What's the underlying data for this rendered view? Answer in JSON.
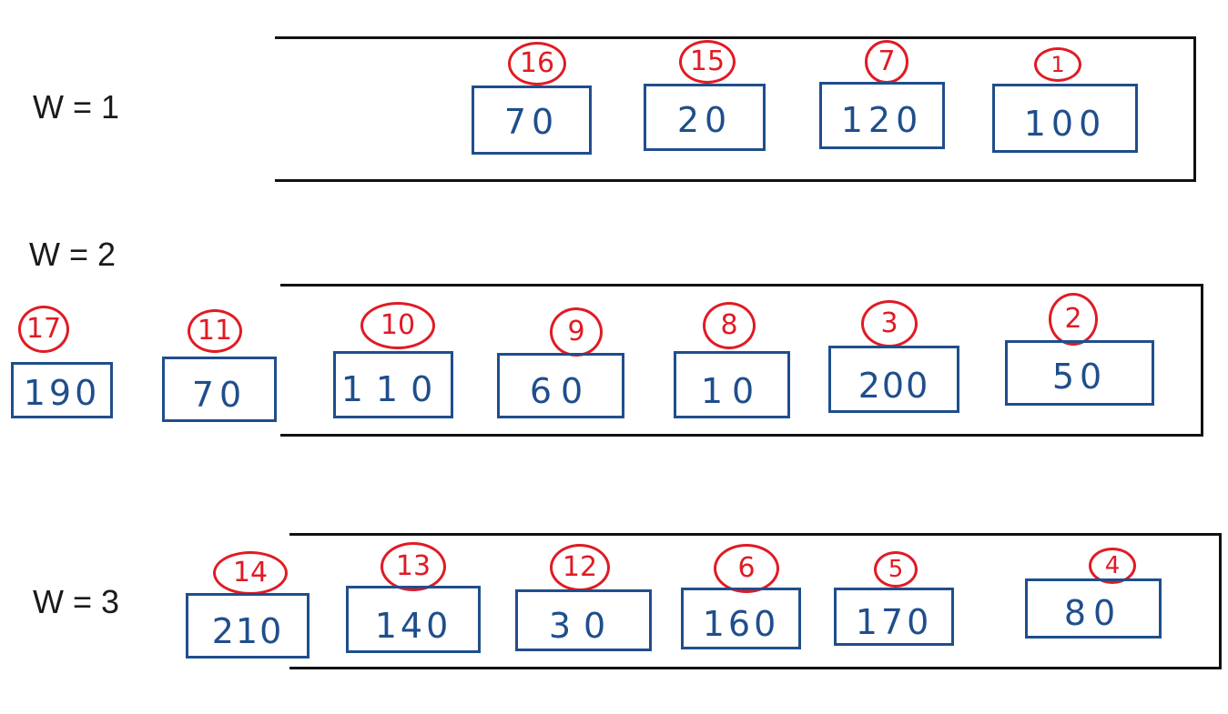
{
  "rows": [
    {
      "label": "W = 1",
      "items": [
        {
          "order": "16",
          "value": "70"
        },
        {
          "order": "15",
          "value": "20"
        },
        {
          "order": "7",
          "value": "120"
        },
        {
          "order": "1",
          "value": "100"
        }
      ]
    },
    {
      "label": "W = 2",
      "items": [
        {
          "order": "17",
          "value": "190"
        },
        {
          "order": "11",
          "value": "70"
        },
        {
          "order": "10",
          "value": "110"
        },
        {
          "order": "9",
          "value": "60"
        },
        {
          "order": "8",
          "value": "10"
        },
        {
          "order": "3",
          "value": "200"
        },
        {
          "order": "2",
          "value": "50"
        }
      ]
    },
    {
      "label": "W = 3",
      "items": [
        {
          "order": "14",
          "value": "210"
        },
        {
          "order": "13",
          "value": "140"
        },
        {
          "order": "12",
          "value": "30"
        },
        {
          "order": "6",
          "value": "160"
        },
        {
          "order": "5",
          "value": "170"
        },
        {
          "order": "4",
          "value": "80"
        }
      ]
    }
  ],
  "colors": {
    "lane_border": "#111111",
    "item_box": "#1f4e8c",
    "order_circle": "#e01b24",
    "label_text": "#1a1a1a"
  }
}
